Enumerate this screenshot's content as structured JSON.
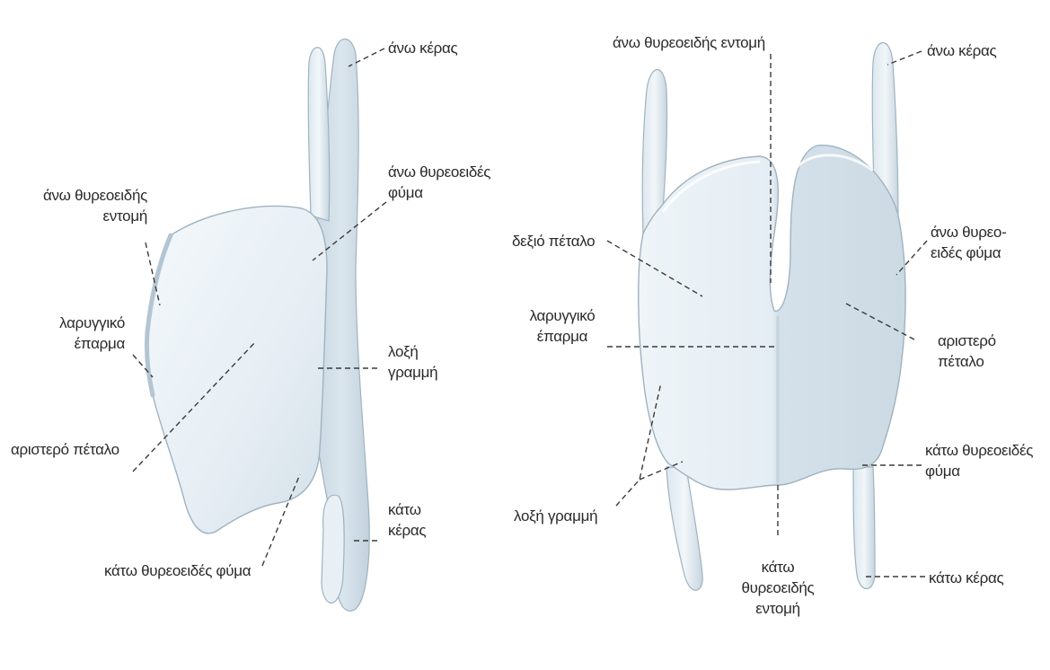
{
  "left_view": {
    "labels": {
      "superior_horn": "άνω κέρας",
      "superior_tubercle": [
        "άνω θυρεοειδές",
        "φύμα"
      ],
      "superior_notch": [
        "άνω θυρεοειδής",
        "εντομή"
      ],
      "laryngeal_prominence": [
        "λαρυγγικό",
        "έπαρμα"
      ],
      "oblique_line": [
        "λοξή",
        "γραμμή"
      ],
      "left_lamina": "αριστερό πέταλο",
      "inferior_horn": [
        "κάτω",
        "κέρας"
      ],
      "inferior_tubercle": "κάτω θυρεοειδές φύμα"
    }
  },
  "right_view": {
    "labels": {
      "superior_notch": "άνω θυρεοειδής εντομή",
      "superior_horn": "άνω κέρας",
      "right_lamina": "δεξιό πέταλο",
      "superior_tubercle": [
        "άνω θυρεο-",
        "ειδές φύμα"
      ],
      "laryngeal_prominence": [
        "λαρυγγικό",
        "έπαρμα"
      ],
      "left_lamina": [
        "αριστερό",
        "πέταλο"
      ],
      "inferior_tubercle": [
        "κάτω θυρεοειδές",
        "φύμα"
      ],
      "oblique_line": "λοξή γραμμή",
      "inferior_notch": [
        "κάτω",
        "θυρεοειδής",
        "εντομή"
      ],
      "inferior_horn": "κάτω κέρας"
    }
  },
  "colors": {
    "cartilage_light": "#eef4f8",
    "cartilage_mid": "#d6e2ea",
    "cartilage_shadow": "#b9cad6",
    "outline": "#9fb3c1",
    "text": "#2a2a2a"
  }
}
